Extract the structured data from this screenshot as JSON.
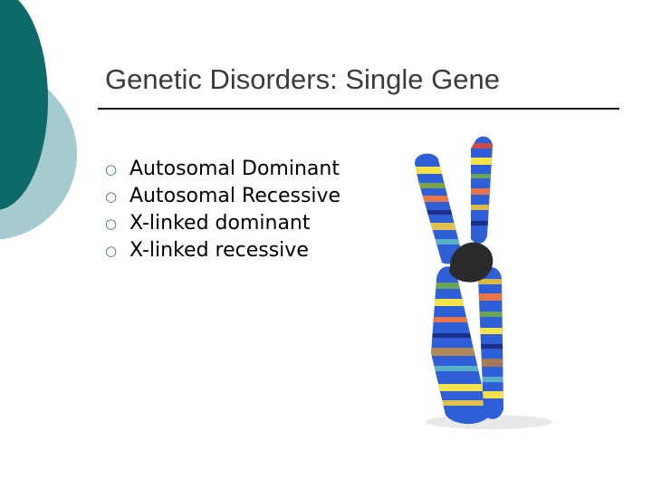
{
  "slide": {
    "title": "Genetic Disorders: Single Gene",
    "bullet_marker": "○",
    "bullets": [
      "Autosomal Dominant",
      "Autosomal Recessive",
      "X-linked dominant",
      "X-linked recessive"
    ]
  },
  "colors": {
    "deco_dark": "#0e6a68",
    "deco_light": "#a6cbcf",
    "title_text": "#3b3b3b",
    "rule": "#111111",
    "chromosome_blue": "#2e5fd6"
  },
  "image": {
    "icon": "chromosome-illustration"
  }
}
